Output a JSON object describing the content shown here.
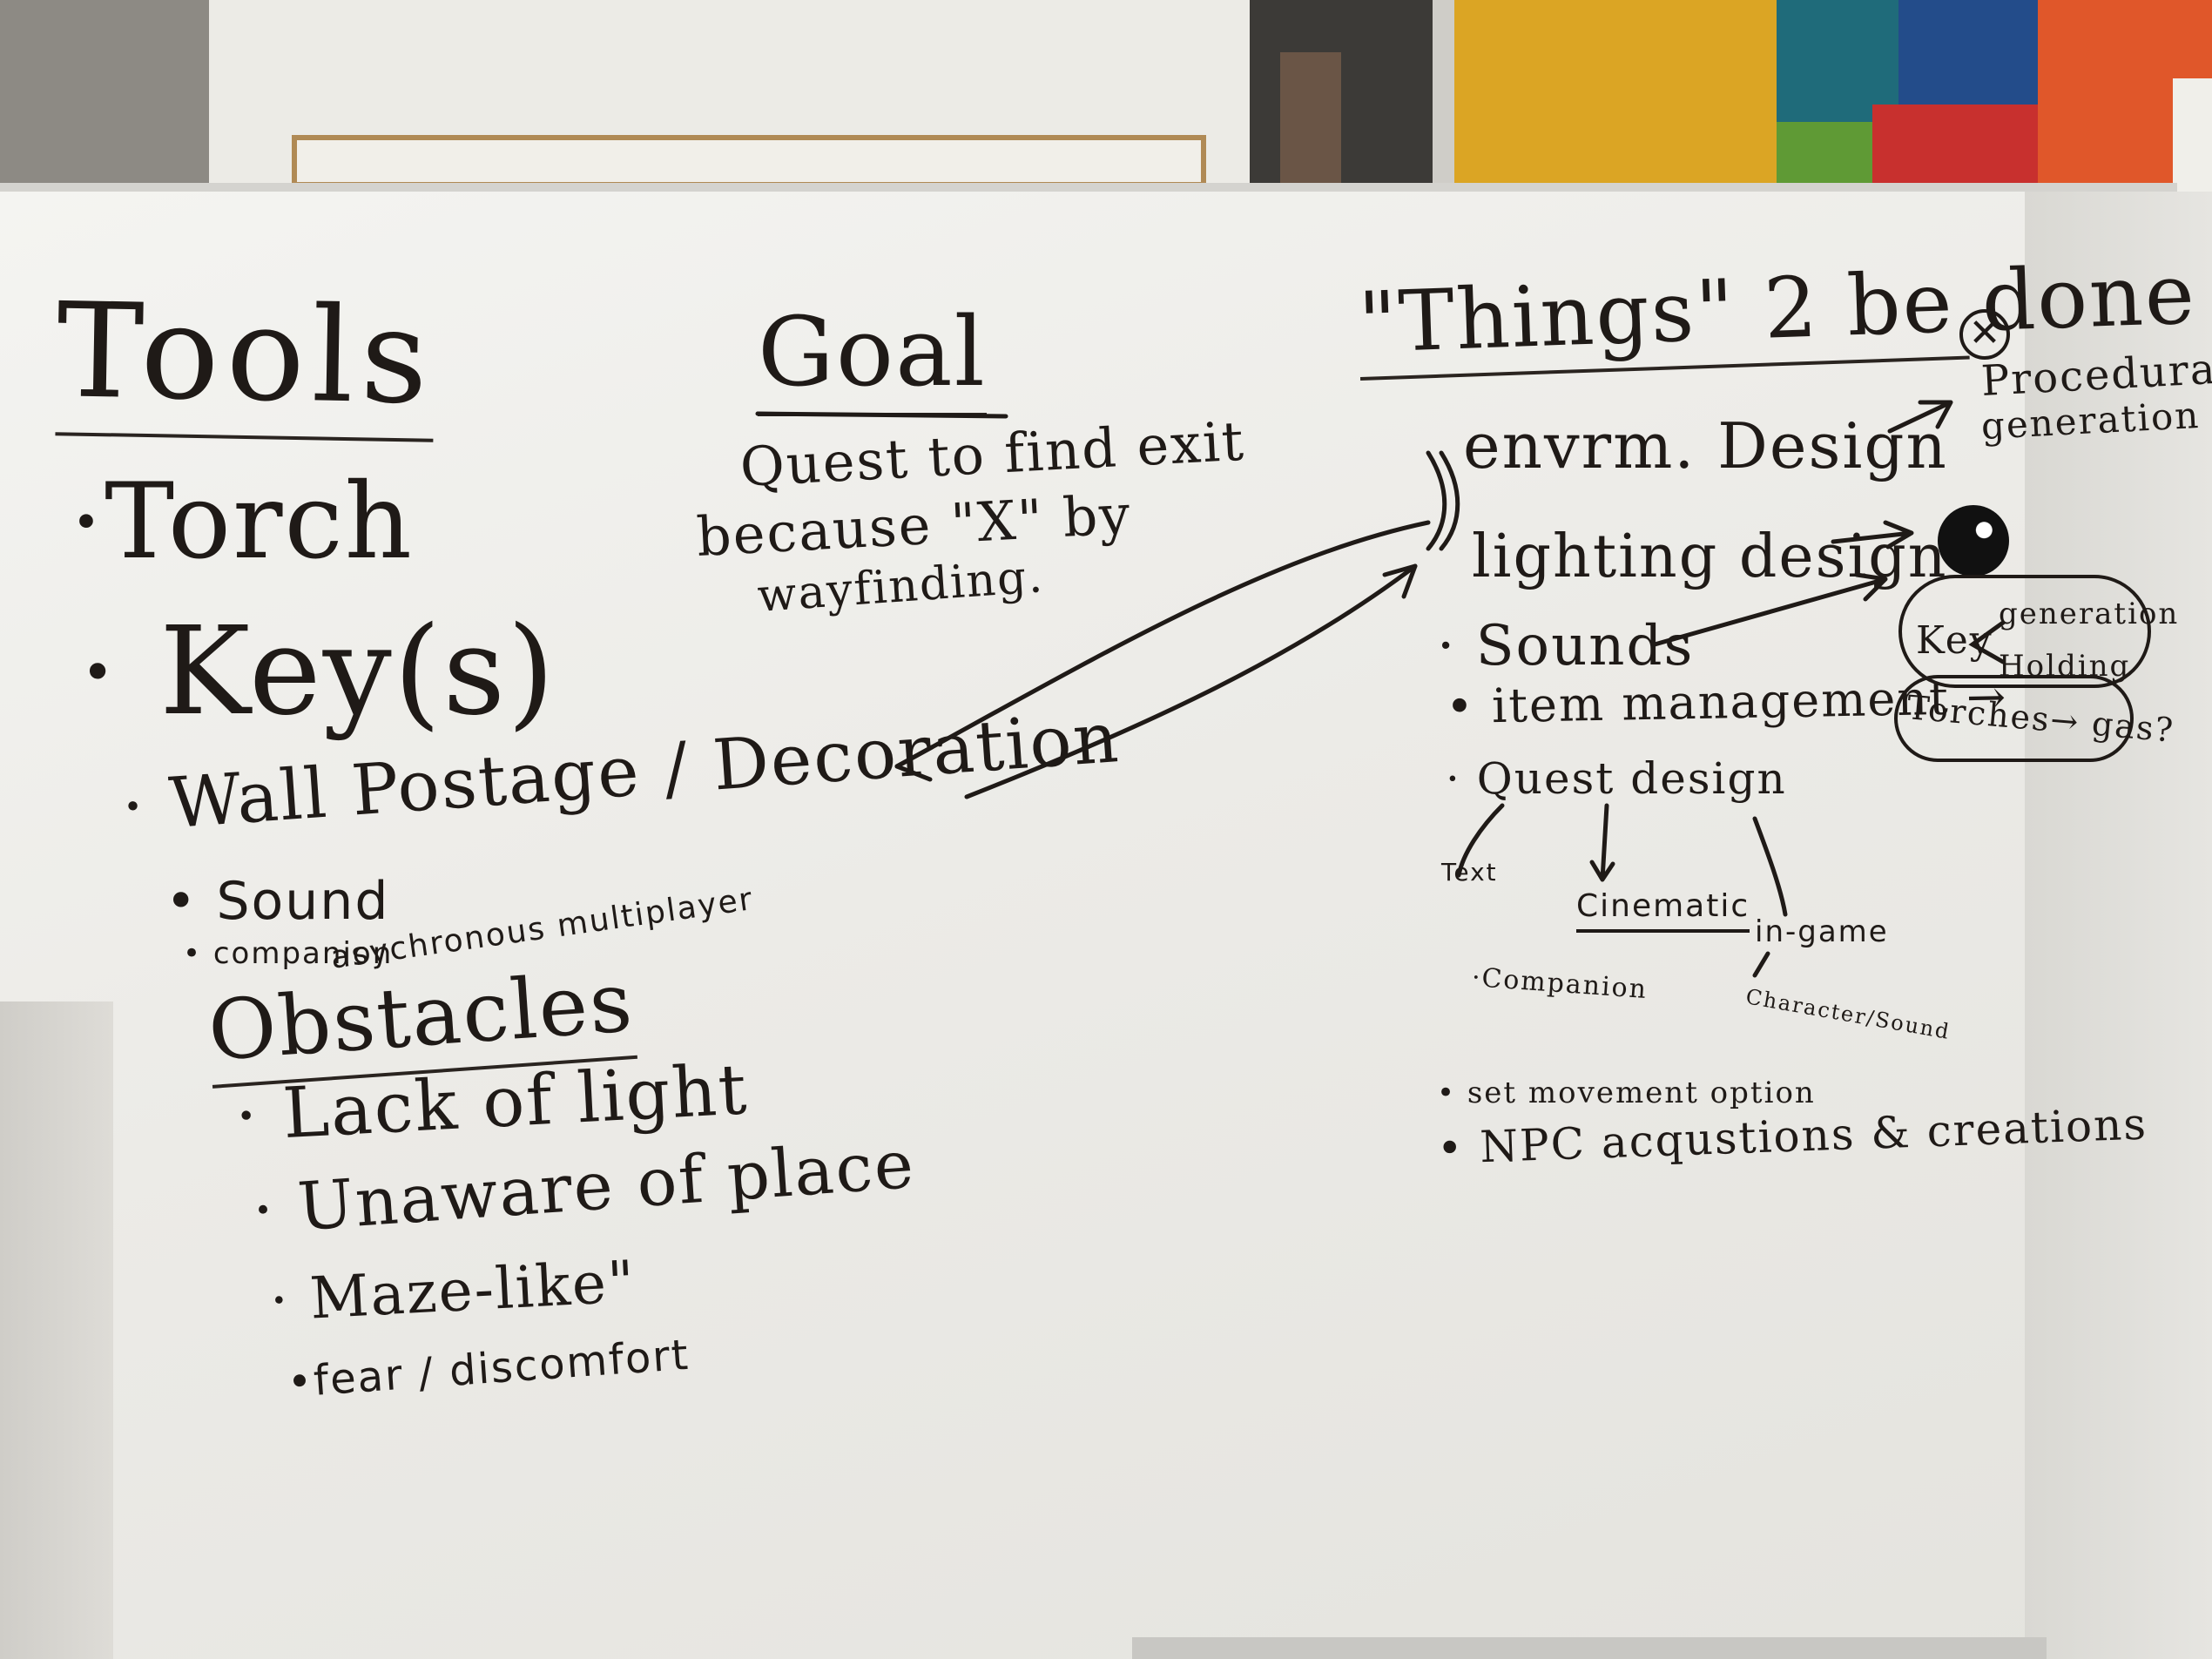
{
  "tools": {
    "heading": "Tools",
    "items": [
      "·Torch",
      "· Key(s)",
      "· Wall Postage / Decoration",
      "• Sound",
      "• companion",
      "asychronous multiplayer"
    ]
  },
  "obstacles": {
    "heading": "Obstacles",
    "items": [
      "· Lack of light",
      "· Unaware of place",
      "· Maze-like\"",
      "•fear / discomfort"
    ]
  },
  "goal": {
    "heading": "Goal",
    "line1": "Quest to find exit",
    "line2": "because \"X\"  by",
    "line3": "wayfinding."
  },
  "things": {
    "heading": "\"Things\" 2 be done",
    "procedural": "Procedural",
    "generation": "generation",
    "envrm": "envrm. Design",
    "lighting": "lighting design",
    "sounds": "· Sounds",
    "item_mgmt": "• item management →",
    "key": "Key",
    "key_generation": "generation",
    "key_holding": "Holding",
    "torches": "Torches→ gas?",
    "quest_design": "· Quest design",
    "text": "Text",
    "cinematic": "Cinematic",
    "in_game": "in-game",
    "companion": "·Companion",
    "character_sound": "Character/Sound",
    "set_movement": "• set movement option",
    "npc": "• NPC acqustions & creations"
  },
  "colors": {
    "ink": "#1f1a17",
    "board": "#efeeea",
    "yellow_wall": "#dba524"
  }
}
